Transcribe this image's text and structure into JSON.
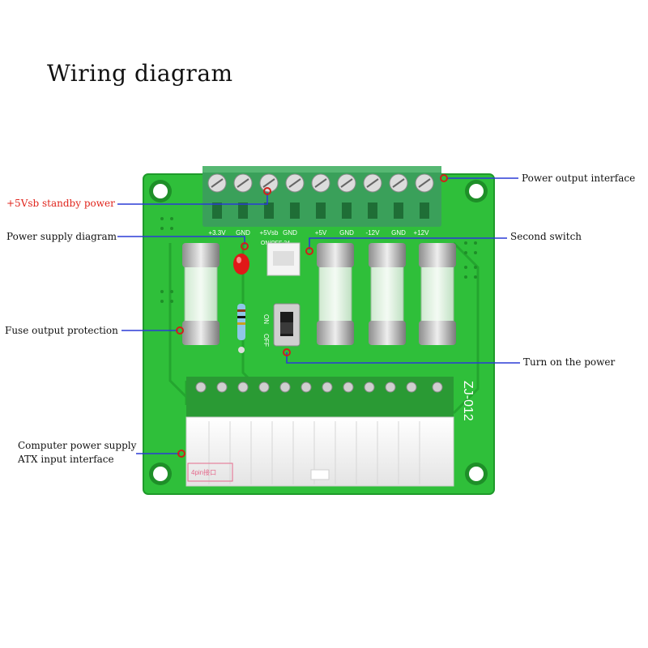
{
  "title": "Wiring diagram",
  "callouts": {
    "standby_power": "+5Vsb standby power",
    "power_supply_diagram": "Power supply diagram",
    "fuse_output_protection": "Fuse output protection",
    "atx_line1": "Computer power supply",
    "atx_line2": "ATX input interface",
    "power_output_interface": "Power output interface",
    "second_switch": "Second switch",
    "turn_on_power": "Turn on the power"
  },
  "silkscreen": {
    "terminal_labels": [
      "+3.3V",
      "GND",
      "+5Vsb",
      "GND",
      "+5V",
      "GND",
      "-12V",
      "GND",
      "+12V"
    ],
    "on_off": "ON/OFF 24",
    "switch_on": "ON",
    "switch_off": "OFF",
    "model": "ZJ-012",
    "connector_note": "4pin接口"
  },
  "colors": {
    "pcb": "#2fbf3a",
    "terminal": "#3aa05a",
    "callout_line": "#2b3bd6",
    "callout_dot": "#d0201a",
    "standby_text": "#e0241c"
  }
}
